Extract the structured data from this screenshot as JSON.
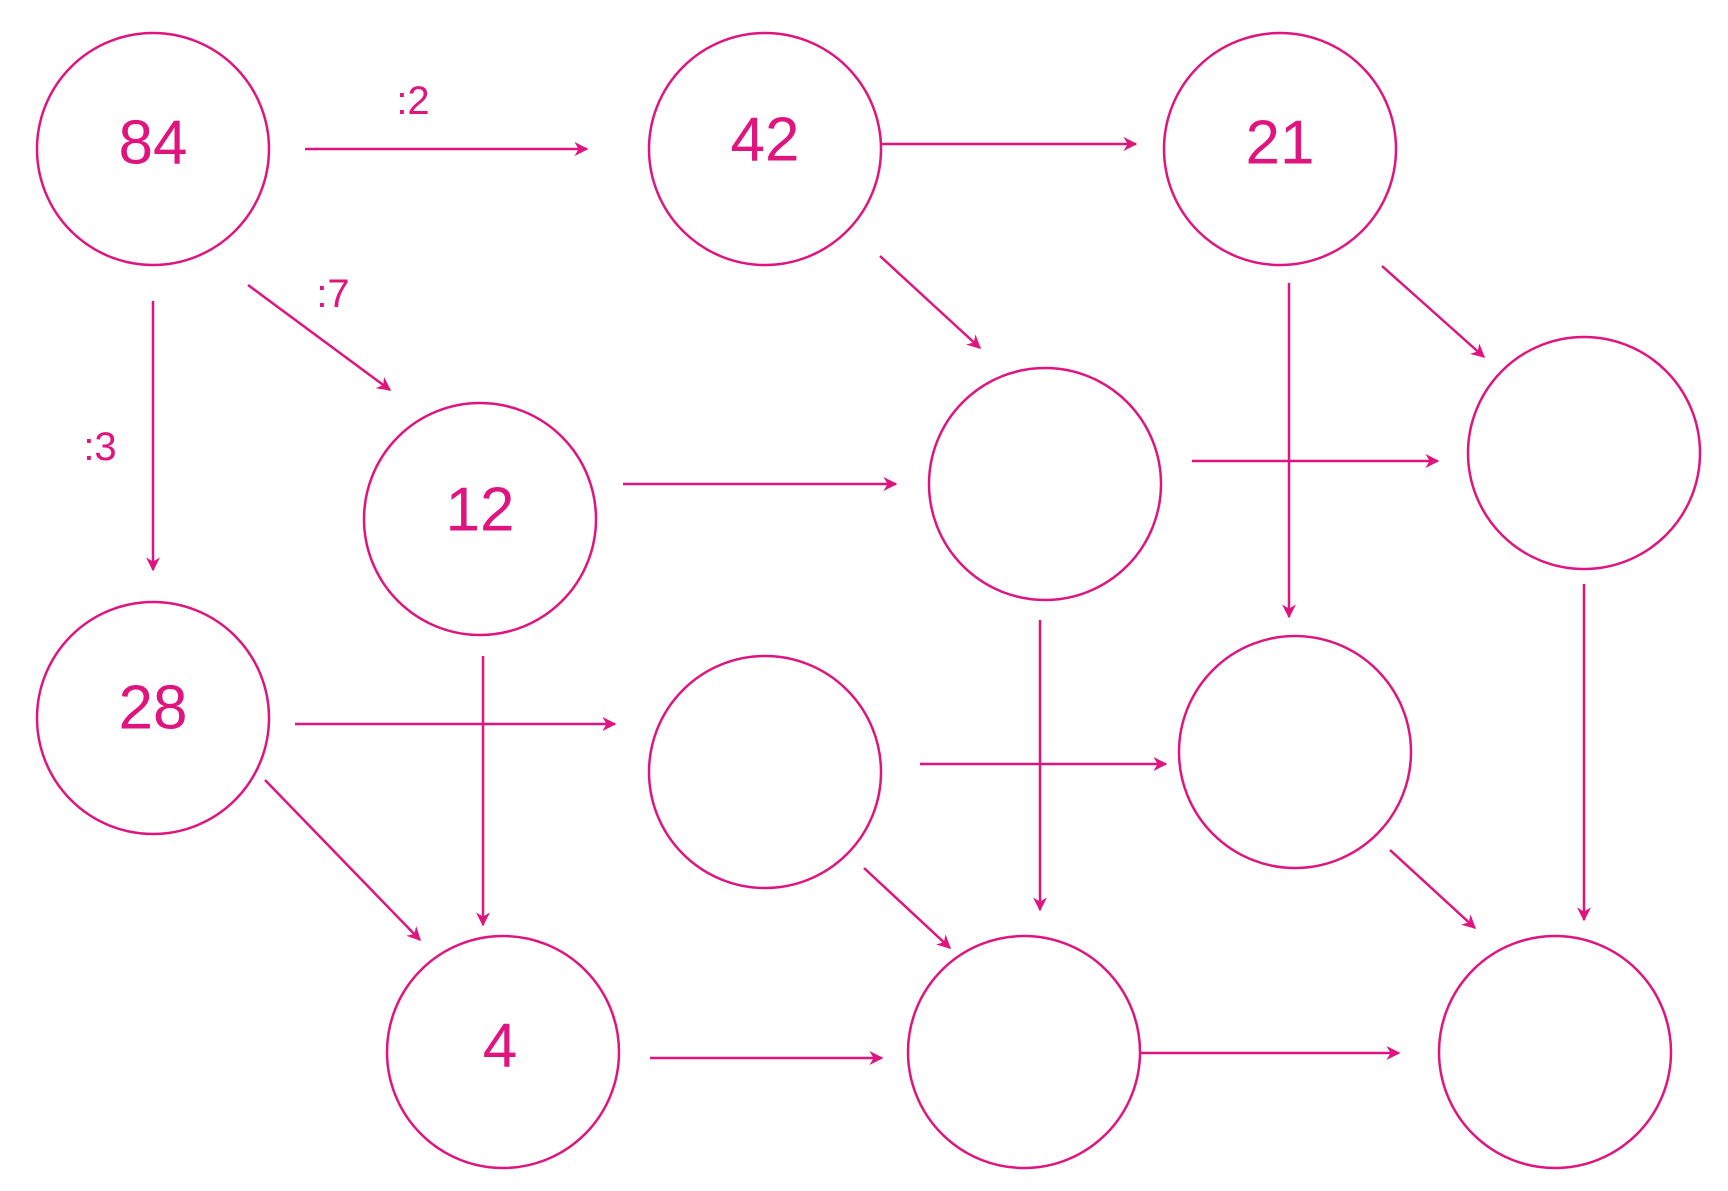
{
  "colors": {
    "accent": "#e0147f",
    "background": "#ffffff"
  },
  "nodes": {
    "n84": "84",
    "n42": "42",
    "n21": "21",
    "n12": "12",
    "n28": "28",
    "n4": "4",
    "r2c3": "",
    "r2c5": "",
    "r3c3": "",
    "r3c4": "",
    "r4c3": "",
    "r4c5": ""
  },
  "edge_labels": {
    "div2": ":2",
    "div7": ":7",
    "div3": ":3"
  }
}
